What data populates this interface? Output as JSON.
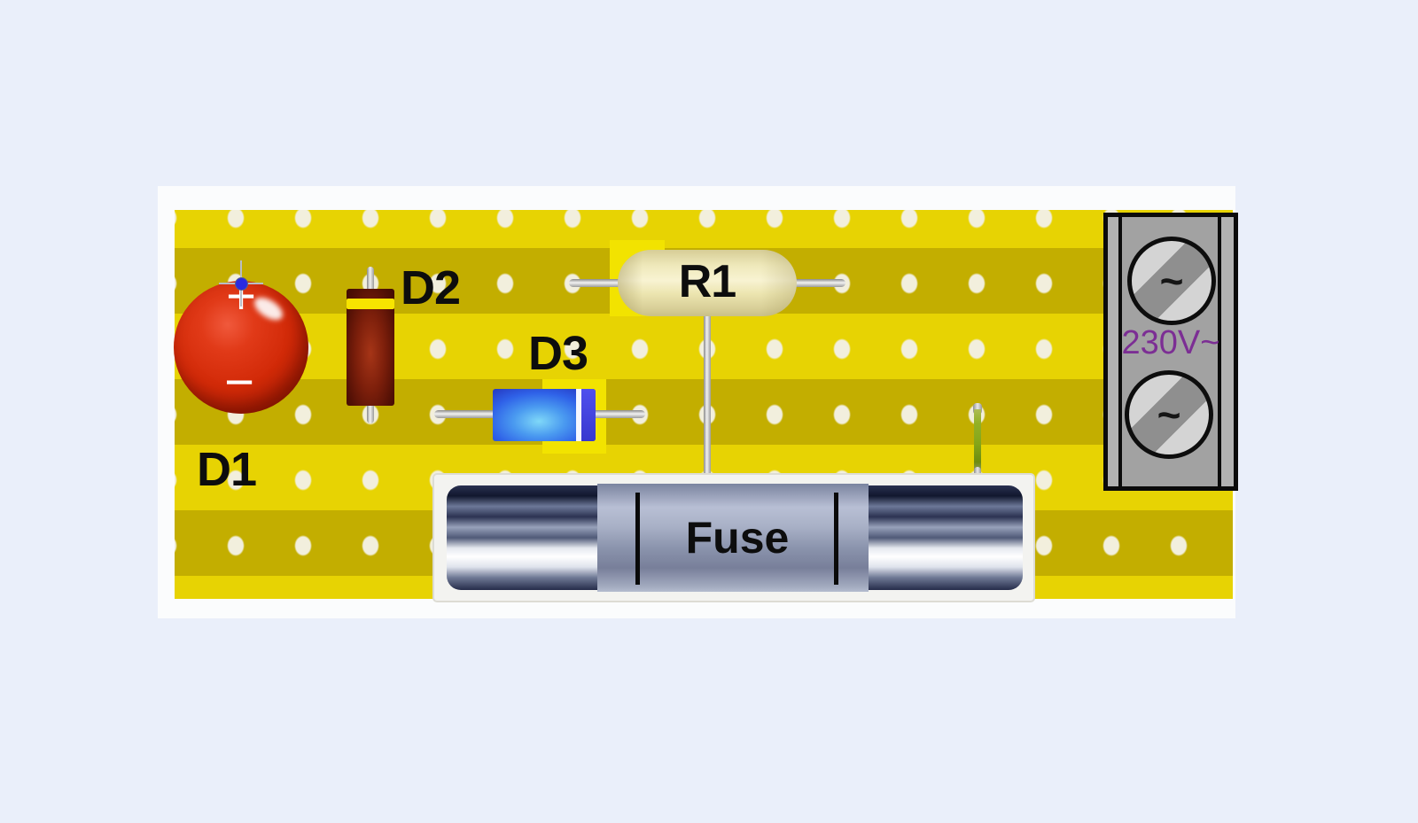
{
  "app": {
    "background_color": "#eaeffa",
    "frame_color": "#fbfcfd"
  },
  "board": {
    "base_color": "#e7d303",
    "strip_color": "#c3ae00",
    "hole_color": "#f2efdd"
  },
  "components": {
    "led_d1": {
      "label": "D1",
      "type": "LED",
      "body_color": "#d22a08",
      "plus_mark": "+",
      "minus_mark": "−"
    },
    "diode_d2": {
      "label": "D2",
      "type": "diode",
      "body_color": "#7d1f0b",
      "band_color": "#f7e400"
    },
    "diode_d3": {
      "label": "D3",
      "type": "diode",
      "body_color": "#2f62e8"
    },
    "resistor_r1": {
      "label": "R1",
      "type": "resistor",
      "body_color": "#efe9bb"
    },
    "fuse": {
      "label": "Fuse",
      "type": "glass-fuse"
    },
    "terminal_block": {
      "voltage_label": "230V~",
      "voltage_label_color": "#7c2e94",
      "screw_top_symbol": "~",
      "screw_bottom_symbol": "~"
    }
  }
}
